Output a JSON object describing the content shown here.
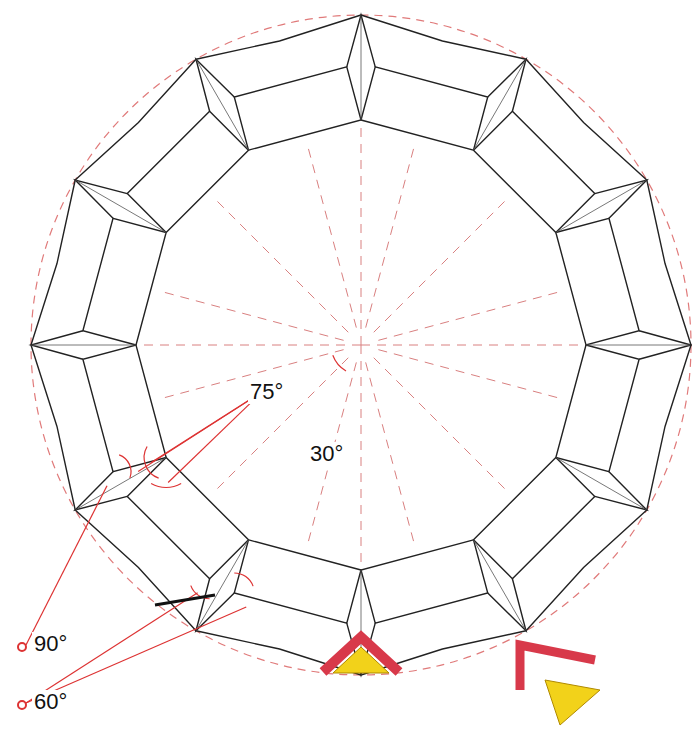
{
  "diagram": {
    "labels": [
      "75°",
      "30°",
      "90°",
      "60°"
    ]
  }
}
